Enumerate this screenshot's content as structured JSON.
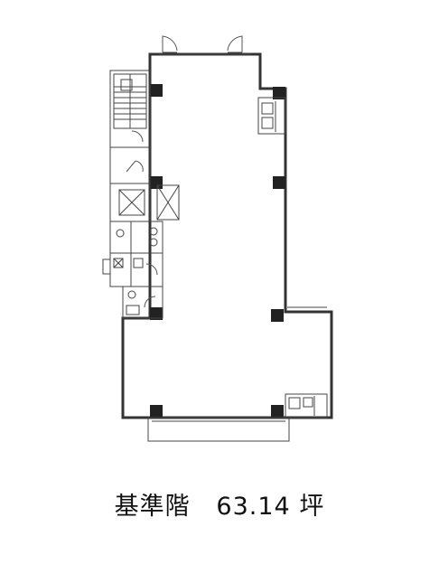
{
  "caption": {
    "floor_label": "基準階",
    "area_value": "63.14",
    "area_unit": "坪"
  },
  "colors": {
    "wall": "#333333",
    "column": "#222222",
    "line": "#444444",
    "text": "#111111"
  }
}
